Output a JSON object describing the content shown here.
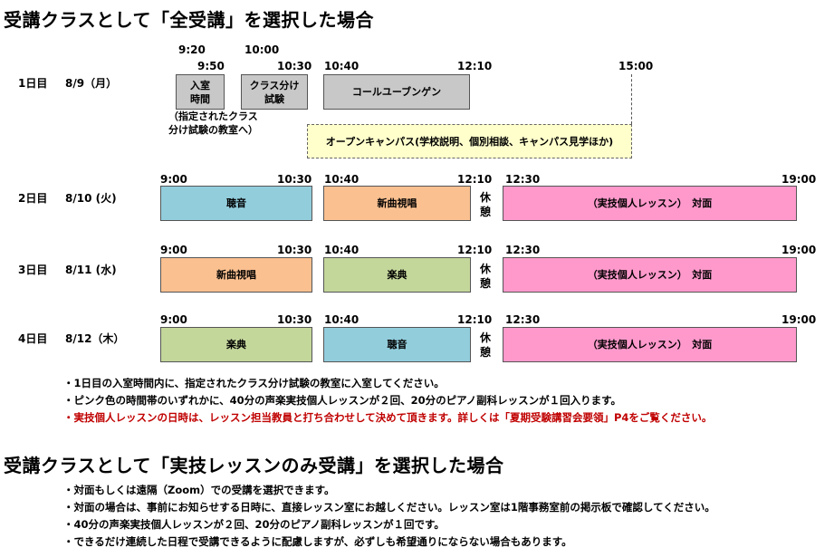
{
  "section1": {
    "title": "受講クラスとして「全受講」を選択した場合",
    "days": [
      {
        "label": "1日目",
        "date": "8/9（月）",
        "times_upper": [
          "9:20",
          "10:00"
        ],
        "times_lower": [
          "9:50",
          "10:30",
          "10:40",
          "12:10",
          "15:00"
        ],
        "blocks": [
          "入室\n時間",
          "クラス分け\n試験",
          "コールユーブンゲン"
        ],
        "entry_note": "（指定されたクラス\n分け試験の教室へ）",
        "open_campus": "オープンキャンパス(学校説明、個別相談、キャンパス見学ほか)"
      },
      {
        "label": "2日目",
        "date": "8/10 (火)",
        "times": [
          "9:00",
          "10:30",
          "10:40",
          "12:10",
          "12:30",
          "19:00"
        ],
        "blocks": [
          "聴音",
          "新曲視唱",
          "（実技個人レッスン）　対面"
        ],
        "break_label": "休\n憩"
      },
      {
        "label": "3日目",
        "date": "8/11 (水)",
        "times": [
          "9:00",
          "10:30",
          "10:40",
          "12:10",
          "12:30",
          "19:00"
        ],
        "blocks": [
          "新曲視唱",
          "楽典",
          "（実技個人レッスン）　対面"
        ],
        "break_label": "休\n憩"
      },
      {
        "label": "4日目",
        "date": "8/12（木）",
        "times": [
          "9:00",
          "10:30",
          "10:40",
          "12:10",
          "12:30",
          "19:00"
        ],
        "blocks": [
          "楽典",
          "聴音",
          "（実技個人レッスン）　対面"
        ],
        "break_label": "休\n憩"
      }
    ],
    "notes": [
      "・1日目の入室時間内に、指定されたクラス分け試験の教室に入室してください。",
      "・ピンク色の時間帯のいずれかに、40分の声楽実技個人レッスンが２回、20分のピアノ副科レッスンが１回入ります。",
      "・実技個人レッスンの日時は、レッスン担当教員と打ち合わせして決めて頂きます。詳しくは「夏期受験講習会要領」P4をご覧ください。"
    ]
  },
  "section2": {
    "title": "受講クラスとして「実技レッスンのみ受講」を選択した場合",
    "notes": [
      "・対面もしくは遠隔（Zoom）での受講を選択できます。",
      "・対面の場合は、事前にお知らせする日時に、直接レッスン室にお越しください。レッスン室は1階事務室前の掲示板で確認してください。",
      "・40分の声楽実技個人レッスンが２回、20分のピアノ副科レッスンが１回です。",
      "・できるだけ連続した日程で受講できるように配慮しますが、必ずしも希望通りにならない場合もあります。"
    ]
  },
  "colors": {
    "gray": "#c8c8c8",
    "blue": "#92cddc",
    "orange": "#fac090",
    "green": "#c4d79b",
    "pink": "#ff99cc",
    "yellow": "#ffffcc",
    "red_text": "#c00000"
  }
}
